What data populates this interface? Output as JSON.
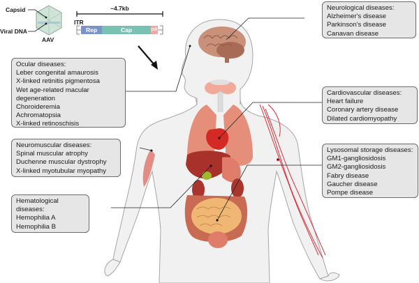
{
  "aav": {
    "capsid_label": "Capsid",
    "viral_dna_label": "Viral DNA",
    "aav_label": "AAV",
    "genome_size": "~4.7kb",
    "itr_label": "ITR",
    "segments": [
      {
        "label": "Rep",
        "color": "#7b93c9"
      },
      {
        "label": "Cap",
        "color": "#79c2b3"
      },
      {
        "label": "pA",
        "color": "#f2a7a0"
      }
    ]
  },
  "disease_boxes": {
    "ocular": {
      "title": "Ocular diseases:",
      "items": [
        "Leber congenital amaurosis",
        "X-linked retinitis pigmentosa",
        "Wet age-related macular",
        "degeneration",
        "Choroideremia",
        "Achromatopsia",
        "X-linked retinoschisis"
      ]
    },
    "neuromuscular": {
      "title": "Neuromuscular diseases:",
      "items": [
        "Spinal muscular atrophy",
        "Duchenne muscular dystrophy",
        "X-linked myotubular myopathy"
      ]
    },
    "hematological": {
      "title": "Hematological",
      "items": [
        "diseases:",
        "Hemophilia A",
        "Hemophilia B"
      ]
    },
    "neurological": {
      "title": "Neurological diseases:",
      "items": [
        "Alzheimer's disease",
        "Parkinson's disease",
        "Canavan disease"
      ]
    },
    "cardiovascular": {
      "title": "Cardiovascular diseases:",
      "items": [
        "Heart failure",
        "Coronary artery disease",
        "Dilated cardiomyopathy"
      ]
    },
    "lysosomal": {
      "title": "Lysosomal storage diseases:",
      "items": [
        "GM1-gangliosidosis",
        "GM2-gangliosidosis",
        "Fabry disease",
        "Gaucher disease",
        "Pompe disease"
      ]
    }
  },
  "colors": {
    "box_fill": "#e6e6e6",
    "box_border": "#6b6b6b",
    "body_fill": "#f2f2f2",
    "body_outline": "#9a9a9a",
    "organ_red": "#d9604f",
    "vessel_red": "#d8303a"
  }
}
